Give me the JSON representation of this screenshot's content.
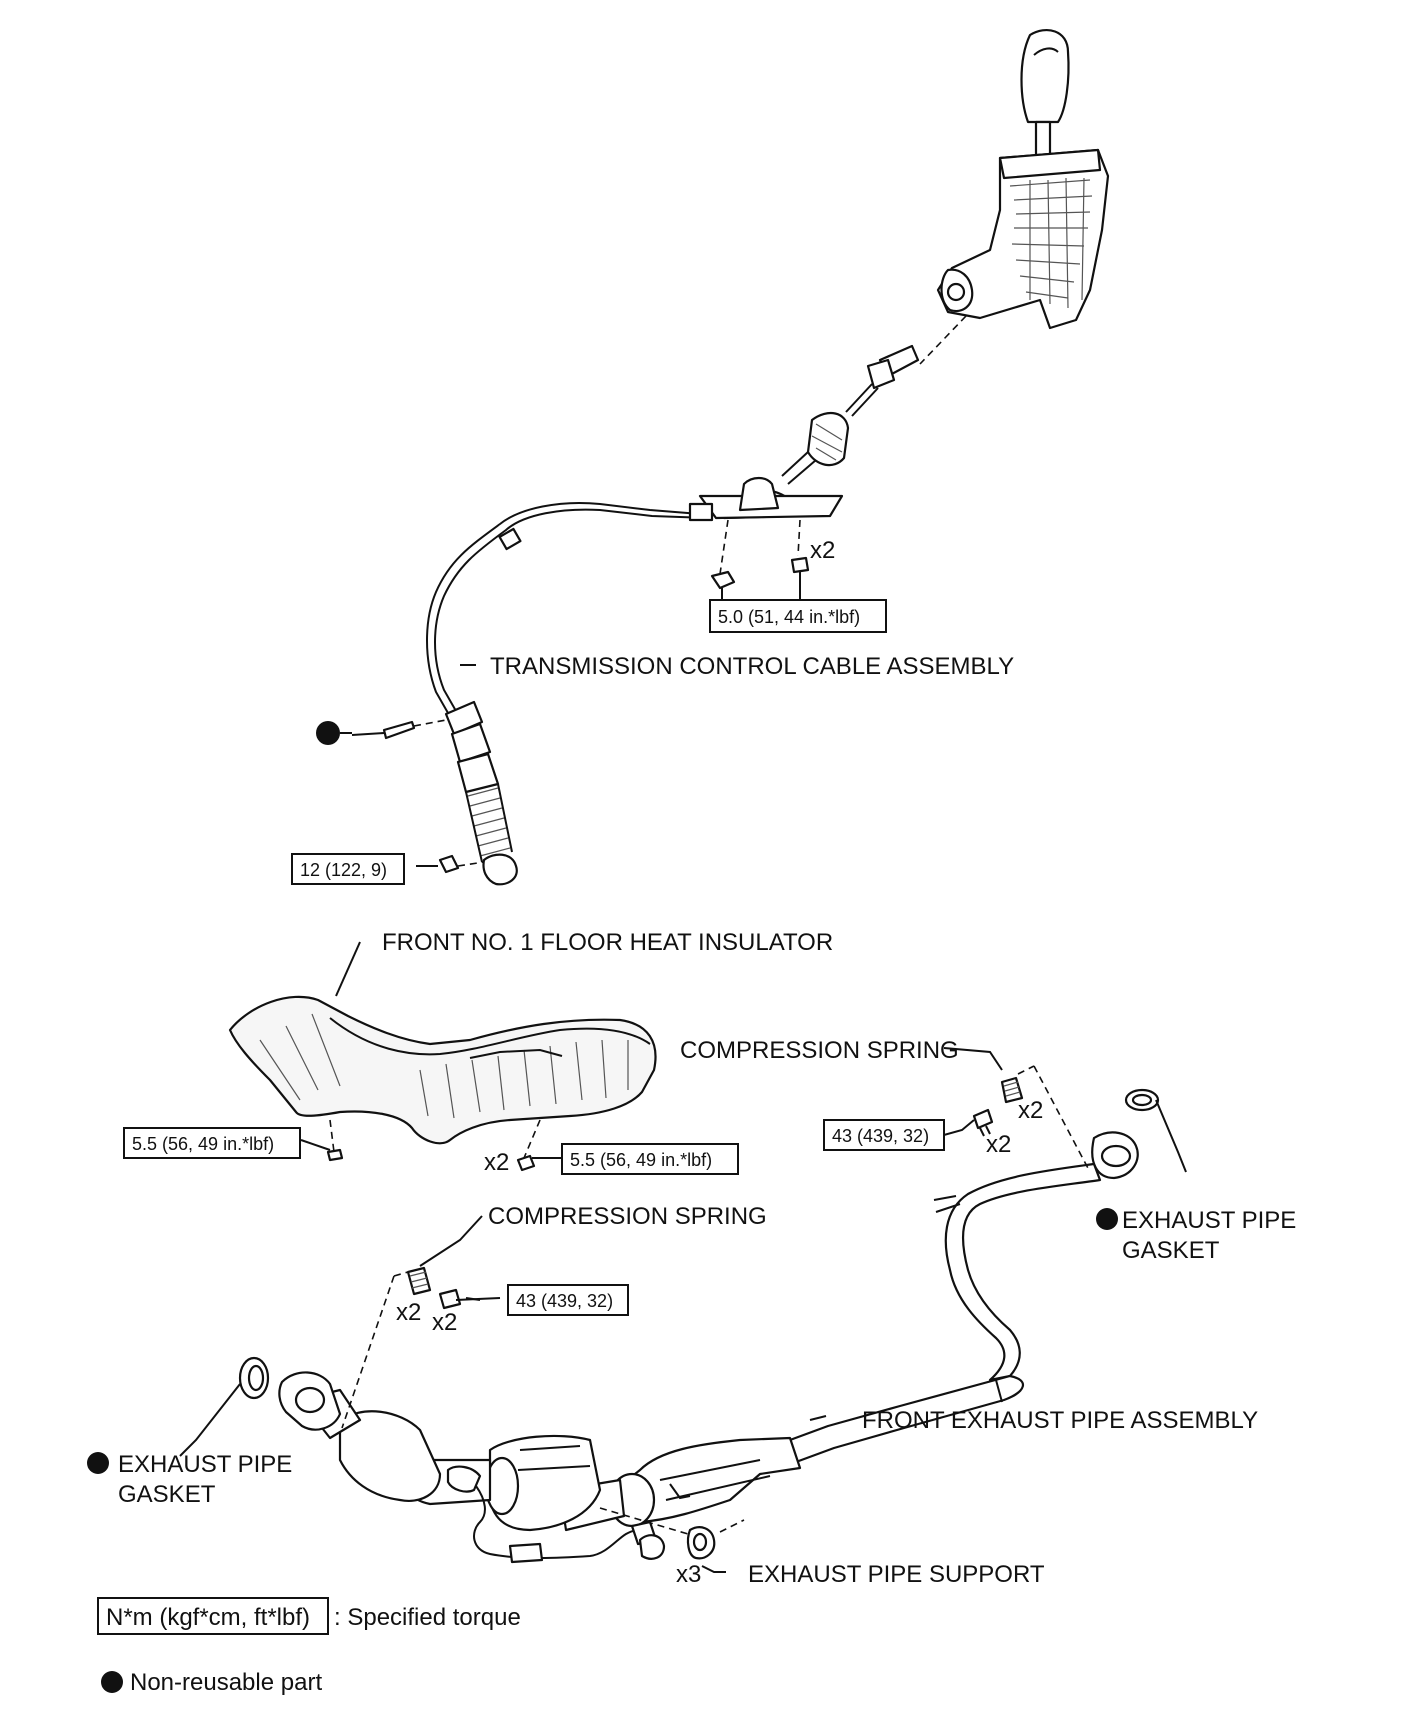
{
  "labels": {
    "transmission_cable": "TRANSMISSION CONTROL CABLE ASSEMBLY",
    "heat_insulator": "FRONT NO. 1 FLOOR HEAT INSULATOR",
    "compression_spring_upper": "COMPRESSION SPRING",
    "compression_spring_lower": "COMPRESSION SPRING",
    "gasket_right_line1": "EXHAUST PIPE",
    "gasket_right_line2": "GASKET",
    "gasket_left_line1": "EXHAUST PIPE",
    "gasket_left_line2": "GASKET",
    "front_exhaust_pipe": "FRONT EXHAUST PIPE ASSEMBLY",
    "exhaust_pipe_support": "EXHAUST PIPE SUPPORT"
  },
  "torques": {
    "cable_bracket_nut": "5.0 (51, 44 in.*lbf)",
    "cable_end_nut": "12 (122, 9)",
    "insulator_left": "5.5 (56, 49 in.*lbf)",
    "insulator_right": "5.5 (56, 49 in.*lbf)",
    "pipe_bolt_right": "43 (439, 32)",
    "pipe_bolt_left": "43 (439, 32)"
  },
  "quantities": {
    "cable_nut": "x2",
    "insulator_nut": "x2",
    "spring_right": "x2",
    "bolt_right": "x2",
    "spring_left": "x2",
    "bolt_left": "x2",
    "support": "x3"
  },
  "legend": {
    "torque_box": "N*m (kgf*cm, ft*lbf)",
    "torque_text": ": Specified torque",
    "non_reusable_text": "Non-reusable part"
  }
}
